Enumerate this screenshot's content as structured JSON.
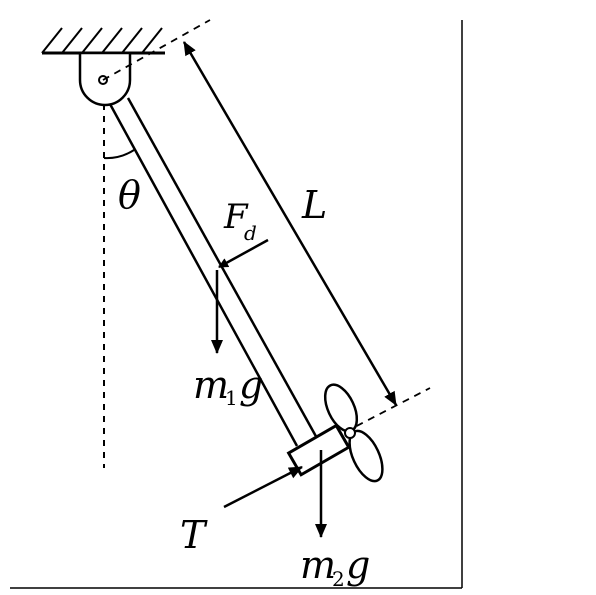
{
  "labels": {
    "angle": "θ",
    "length": "L",
    "drag_force": "F",
    "drag_force_sub": "d",
    "rod_weight_m": "m",
    "rod_weight_sub": "1",
    "rod_weight_g": "g",
    "thrust": "T",
    "propeller_weight_m": "m",
    "propeller_weight_sub": "2",
    "propeller_weight_g": "g"
  }
}
